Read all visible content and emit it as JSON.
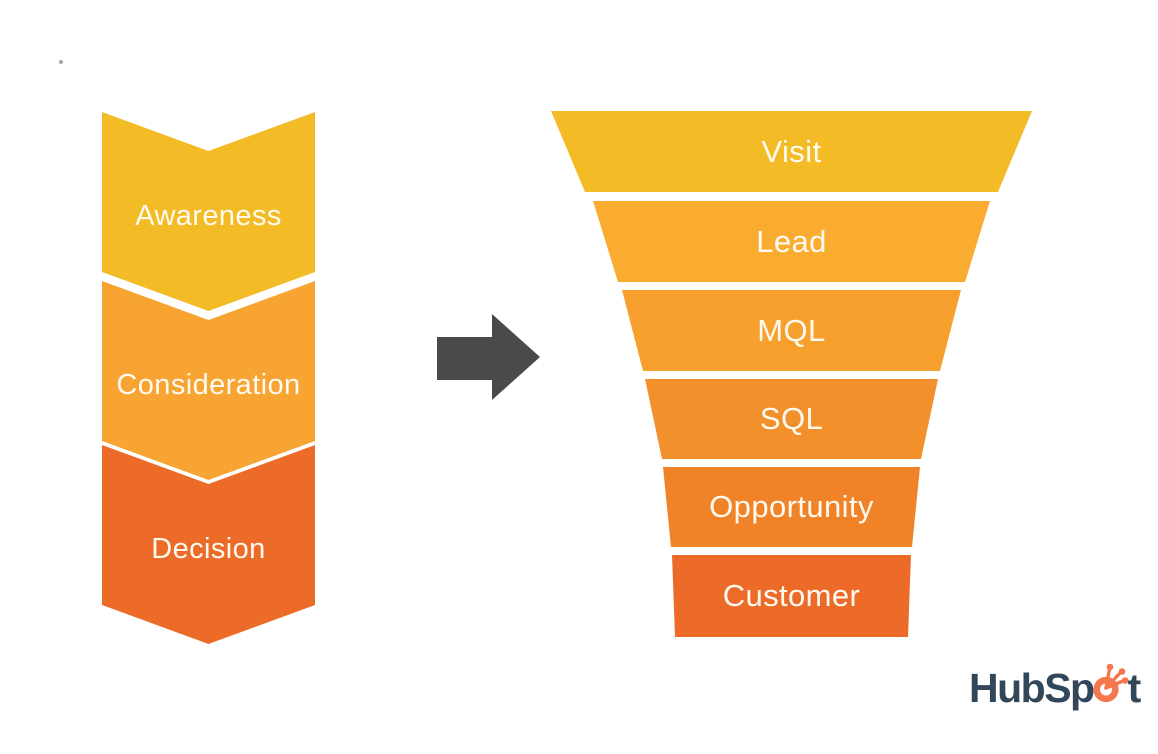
{
  "canvas": {
    "background": "#FFFFFF"
  },
  "journey_stages": {
    "label_color": "#FFFAF0",
    "items": [
      {
        "label": "Awareness",
        "color": "#F3BB26"
      },
      {
        "label": "Consideration",
        "color": "#F8A433"
      },
      {
        "label": "Decision",
        "color": "#EC6B28"
      }
    ]
  },
  "arrow": {
    "color": "#4A4A4A",
    "direction": "right"
  },
  "funnel": {
    "label_color": "#FFFAF0",
    "segments": [
      {
        "label": "Visit",
        "color": "#F3BB26"
      },
      {
        "label": "Lead",
        "color": "#F9AC30"
      },
      {
        "label": "MQL",
        "color": "#F7A02E"
      },
      {
        "label": "SQL",
        "color": "#F2912B"
      },
      {
        "label": "Opportunity",
        "color": "#F08228"
      },
      {
        "label": "Customer",
        "color": "#EC6B28"
      }
    ]
  },
  "logo": {
    "text_before": "HubSp",
    "text_after": "t",
    "text_color": "#33475B",
    "sprocket_color": "#F4774E"
  }
}
